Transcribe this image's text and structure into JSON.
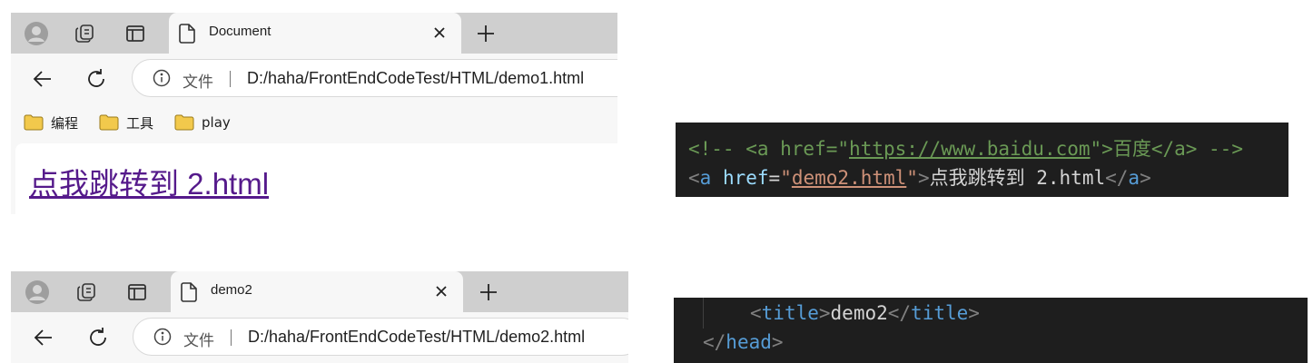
{
  "browser_1": {
    "tab_title": "Document",
    "address_label": "文件",
    "address_url": "D:/haha/FrontEndCodeTest/HTML/demo1.html",
    "bookmarks": [
      "编程",
      "工具",
      "play"
    ],
    "page_link_text": "点我跳转到 2.html"
  },
  "browser_2": {
    "tab_title": "demo2",
    "address_label": "文件",
    "address_url": "D:/haha/FrontEndCodeTest/HTML/demo2.html"
  },
  "code_1": {
    "comment_open": "<!-- <a href=\"",
    "comment_url": "https://www.baidu.com",
    "comment_close": "\">百度</a> -->",
    "open_bracket": "<",
    "tag_a": "a",
    "attr_href": "href",
    "equals": "=",
    "quote": "\"",
    "href_value": "demo2.html",
    "close_bracket": ">",
    "link_text": "点我跳转到 2.html",
    "end_open": "</",
    "end_close": ">"
  },
  "code_2": {
    "open_bracket": "<",
    "close_bracket": ">",
    "end_open": "</",
    "tag_title": "title",
    "title_text": "demo2",
    "tag_head": "head"
  },
  "colors": {
    "tabstrip": "#cfcfcf",
    "chrome": "#f7f7f7",
    "visited_link": "#551a8b",
    "editor_bg": "#1e1e1e",
    "comment": "#6a9955",
    "tag": "#569cd6",
    "attribute": "#9cdcfe",
    "string": "#ce9178",
    "folder": "#f2c94c"
  },
  "icons": [
    "profile-avatar-icon",
    "collections-icon",
    "vertical-tabs-icon",
    "document-icon",
    "close-icon",
    "plus-icon",
    "back-arrow-icon",
    "refresh-icon",
    "info-icon",
    "folder-icon"
  ]
}
